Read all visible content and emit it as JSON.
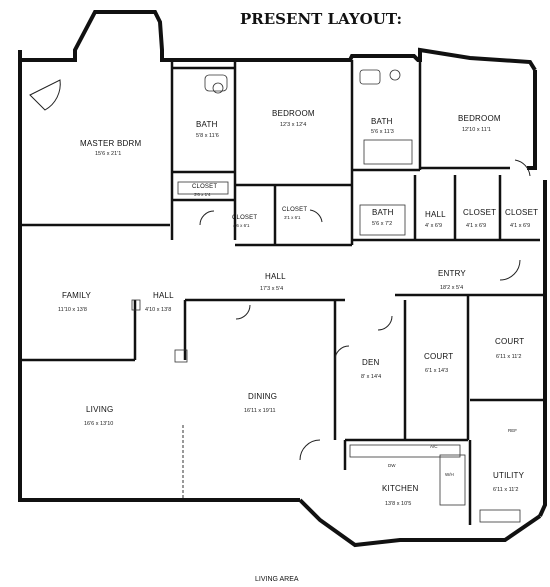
{
  "title": "PRESENT LAYOUT:",
  "footer": "LIVING AREA",
  "rooms": {
    "master": {
      "name": "MASTER BDRM",
      "dim": "15'6 x 21'1"
    },
    "bath1": {
      "name": "BATH",
      "dim": "5'8 x 11'6"
    },
    "bedroom1": {
      "name": "BEDROOM",
      "dim": "12'3 x 12'4"
    },
    "bath2": {
      "name": "BATH",
      "dim": "5'6 x 11'3"
    },
    "bedroom2": {
      "name": "BEDROOM",
      "dim": "12'10 x 11'1"
    },
    "closet1": {
      "name": "CLOSET",
      "dim": "3'6 x 1'4"
    },
    "closet2": {
      "name": "CLOSET",
      "dim": "4'6 x 6'1"
    },
    "closet3": {
      "name": "CLOSET",
      "dim": "3'1 x 6'1"
    },
    "bath3": {
      "name": "BATH",
      "dim": "5'6 x 7'2"
    },
    "hall1": {
      "name": "HALL",
      "dim": "4' x 6'9"
    },
    "closet4": {
      "name": "CLOSET",
      "dim": "4'1 x 6'9"
    },
    "closet5": {
      "name": "CLOSET",
      "dim": "4'1 x 6'9"
    },
    "family": {
      "name": "FAMILY",
      "dim": "11'10 x 13'8"
    },
    "hall2": {
      "name": "HALL",
      "dim": "4'10 x 13'8"
    },
    "hall3": {
      "name": "HALL",
      "dim": "17'3 x 5'4"
    },
    "entry": {
      "name": "ENTRY",
      "dim": "18'2 x 5'4"
    },
    "court1": {
      "name": "COURT",
      "dim": "6'11 x 11'2"
    },
    "den": {
      "name": "DEN",
      "dim": "8' x 14'4"
    },
    "court2": {
      "name": "COURT",
      "dim": "6'1 x 14'3"
    },
    "living": {
      "name": "LIVING",
      "dim": "16'6 x 13'10"
    },
    "dining": {
      "name": "DINING",
      "dim": "16'11 x 19'11"
    },
    "kitchen": {
      "name": "KITCHEN",
      "dim": "13'8 x 10'5"
    },
    "utility": {
      "name": "UTILITY",
      "dim": "6'11 x 11'2"
    }
  },
  "labels": {
    "ac": "A/C",
    "wh": "W/H",
    "dw": "DW",
    "fridge": "REF"
  }
}
